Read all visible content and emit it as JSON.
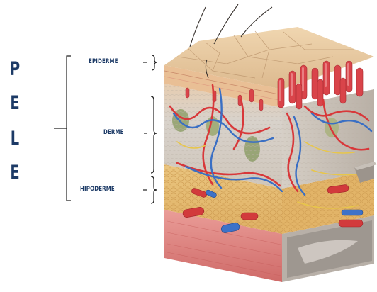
{
  "title": {
    "letters": [
      "P",
      "E",
      "L",
      "E"
    ]
  },
  "layers": {
    "epidermis": "EPIDERME",
    "dermis": "DERME",
    "hypodermis": "HIPODERME"
  },
  "colors": {
    "label": "#1c3a66",
    "bracket": "#222222",
    "epidermis": "#e8c8a0",
    "dermis": "#d9d2c8",
    "hypodermis": "#e9c27a",
    "muscle": "#e38b88",
    "artery": "#d8383a",
    "vein": "#3a6fc4",
    "nerve": "#e8c64a"
  }
}
